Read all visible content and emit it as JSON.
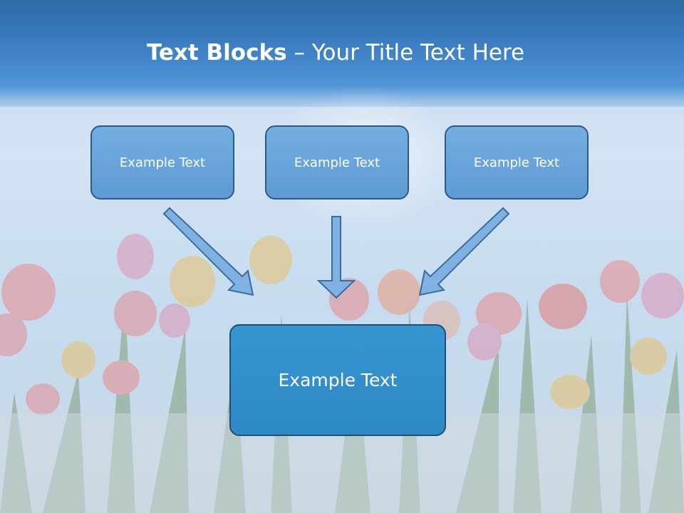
{
  "title": {
    "bold": "Text Blocks",
    "dash": " – ",
    "rest": "Your Title Text Here"
  },
  "boxes": {
    "top_left": "Example Text",
    "top_center": "Example Text",
    "top_right": "Example Text",
    "bottom": "Example Text"
  },
  "colors": {
    "header": "#3d80c4",
    "small_box_fill": "#6aa6da",
    "bottom_box_fill": "#3292cf",
    "box_border": "#2c5a86",
    "arrow_fill": "#7fb2e2"
  }
}
